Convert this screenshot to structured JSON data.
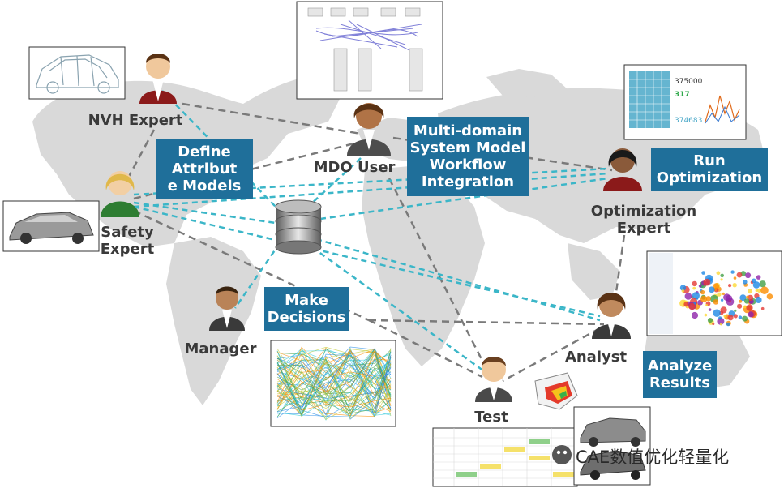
{
  "roles": {
    "nvh_expert": "NVH Expert",
    "mdo_user": "MDO User",
    "safety_expert": "Safety\nExpert",
    "optimization_expert": "Optimization\nExpert",
    "manager": "Manager",
    "analyst": "Analyst",
    "test": "Test"
  },
  "tasks": {
    "define_attribute_models": "Define\nAttribut\ne Models",
    "workflow_integration": "Multi-domain\nSystem Model\nWorkflow\nIntegration",
    "run_optimization": "Run\nOptimization",
    "make_decisions": "Make\nDecisions",
    "analyze_results": "Analyze\nResults"
  },
  "dashboard": {
    "value_1": "375000",
    "value_2": "317",
    "value_3": "374683"
  },
  "watermark": "CAE数值优化轻量化",
  "colors": {
    "task_box": "#1f6f9a",
    "map": "#d9d9d9",
    "link_dashed_blue": "#3bb6c8",
    "link_dashed_gray": "#7a7a7a"
  }
}
